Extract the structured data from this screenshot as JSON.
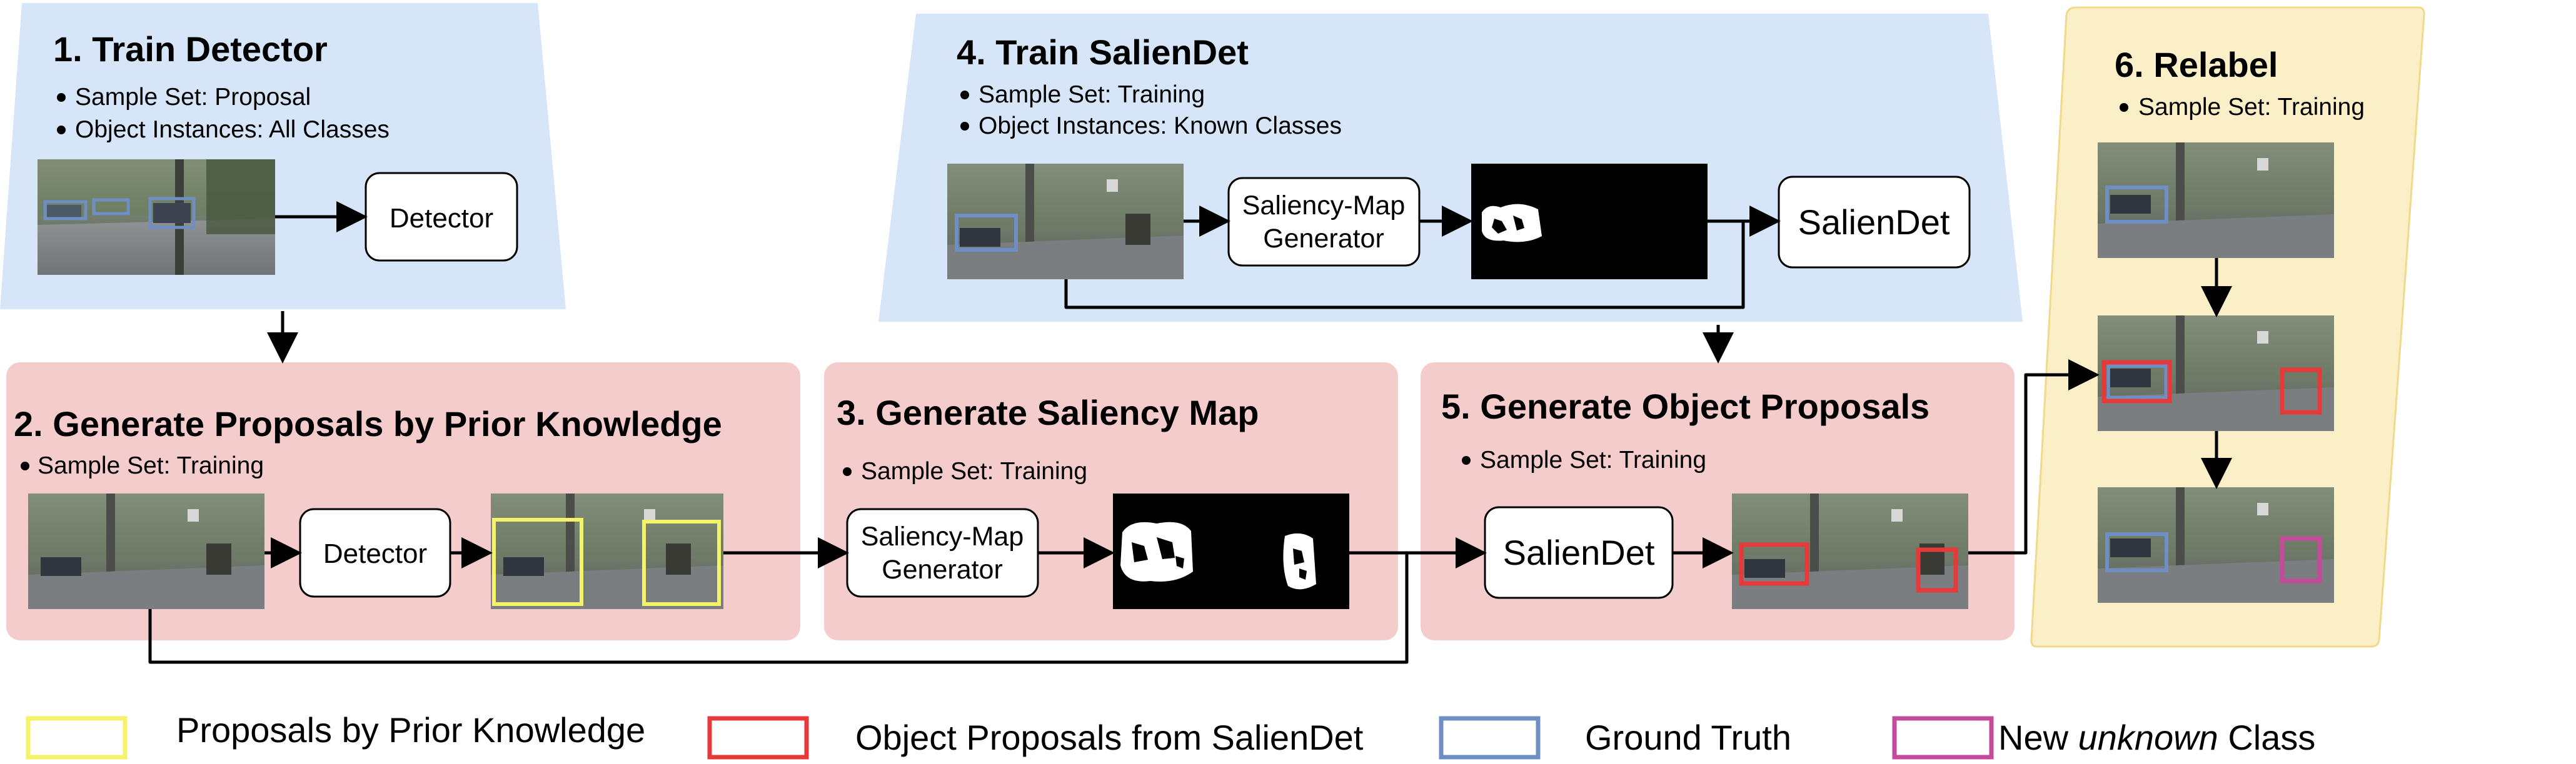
{
  "step1": {
    "title": "1. Train Detector",
    "bullets": [
      "Sample Set: Proposal",
      "Object Instances: All Classes"
    ],
    "box": "Detector"
  },
  "step2": {
    "title": "2. Generate Proposals by Prior Knowledge",
    "bullets": [
      "Sample Set: Training"
    ],
    "box": "Detector"
  },
  "step3": {
    "title": "3. Generate Saliency Map",
    "bullets": [
      "Sample Set: Training"
    ],
    "box_line1": "Saliency-Map",
    "box_line2": "Generator"
  },
  "step4": {
    "title": "4. Train SalienDet",
    "bullets": [
      "Sample Set: Training",
      "Object Instances: Known Classes"
    ],
    "gen_line1": "Saliency-Map",
    "gen_line2": "Generator",
    "box": "SalienDet"
  },
  "step5": {
    "title": "5. Generate Object Proposals",
    "bullets": [
      "Sample Set: Training"
    ],
    "box": "SalienDet"
  },
  "step6": {
    "title": "6. Relabel",
    "bullets": [
      "Sample Set: Training"
    ]
  },
  "legend": {
    "items": [
      {
        "label": "Proposals by Prior Knowledge",
        "color": "#f5f36a"
      },
      {
        "label": "Object Proposals from SalienDet",
        "color": "#e63a3a"
      },
      {
        "label": "Ground Truth",
        "color": "#6f8fc4"
      },
      {
        "label_pre": "New ",
        "label_em": "unknown",
        "label_post": " Class",
        "color": "#c44a9c"
      }
    ]
  },
  "colors": {
    "blue_panel": "#d6e6f8",
    "pink_panel": "#f5cccc",
    "yellow_panel": "#fbefc8",
    "arrow": "#000000"
  }
}
